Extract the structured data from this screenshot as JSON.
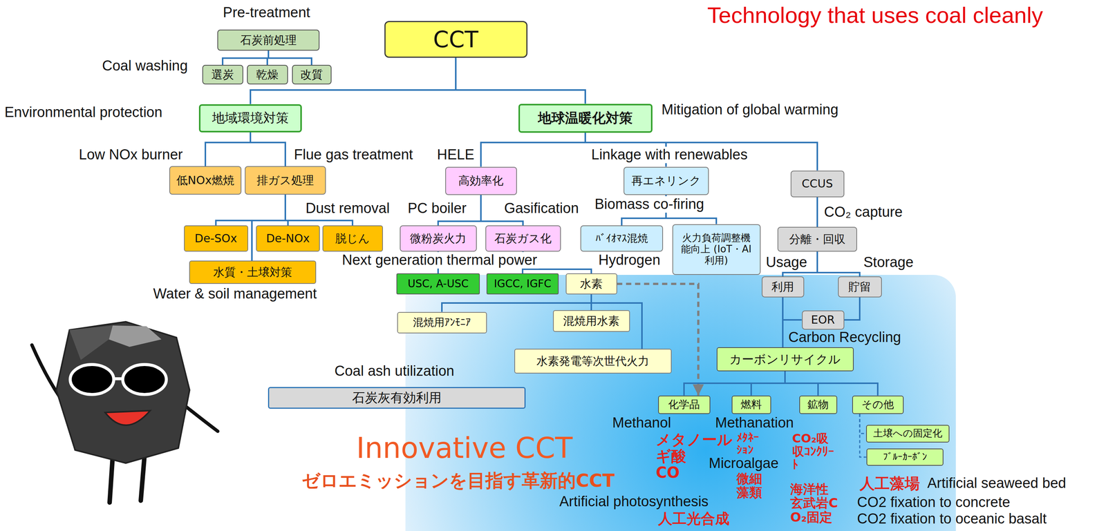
{
  "diagram": {
    "title": "Technology that uses coal cleanly",
    "nodes": [
      {
        "text": [
          "CCT"
        ]
      },
      {
        "text": [
          "石炭前処理"
        ]
      },
      {
        "text": [
          "選炭"
        ]
      },
      {
        "text": [
          "乾燥"
        ]
      },
      {
        "text": [
          "改質"
        ]
      },
      {
        "text": [
          "地域環境対策"
        ]
      },
      {
        "text": [
          "地球温暖化対策"
        ]
      },
      {
        "text": [
          "低NOx燃焼"
        ]
      },
      {
        "text": [
          "排ガス処理"
        ]
      },
      {
        "text": [
          "De-SOx"
        ]
      },
      {
        "text": [
          "De-NOx"
        ]
      },
      {
        "text": [
          "脱じん"
        ]
      },
      {
        "text": [
          "水質・土壌対策"
        ]
      },
      {
        "text": [
          "高効率化"
        ]
      },
      {
        "text": [
          "再エネリンク"
        ]
      },
      {
        "text": [
          "CCUS"
        ]
      },
      {
        "text": [
          "微粉炭火力"
        ]
      },
      {
        "text": [
          "石炭ガス化"
        ]
      },
      {
        "text": [
          "ﾊﾞｲｵﾏｽ混焼"
        ]
      },
      {
        "text": [
          "火力負荷調整機 能向上 (IoT・AI利用)"
        ]
      },
      {
        "text": [
          "分離・回収"
        ]
      },
      {
        "text": [
          "USC, A-USC"
        ]
      },
      {
        "text": [
          "IGCC, IGFC"
        ]
      },
      {
        "text": [
          "水素"
        ]
      },
      {
        "text": [
          "利用"
        ]
      },
      {
        "text": [
          "貯留"
        ]
      },
      {
        "text": [
          "混焼用ｱﾝﾓﾆｱ"
        ]
      },
      {
        "text": [
          "混焼用水素"
        ]
      },
      {
        "text": [
          "EOR"
        ]
      },
      {
        "text": [
          "水素発電等次世代火力"
        ]
      },
      {
        "text": [
          "カーボンリサイクル"
        ]
      },
      {
        "text": [
          "石炭灰有効利用"
        ]
      },
      {
        "text": [
          "化学品"
        ]
      },
      {
        "text": [
          "燃料"
        ]
      },
      {
        "text": [
          "鉱物"
        ]
      },
      {
        "text": [
          "その他"
        ]
      },
      {
        "text": [
          "土壌への固定化"
        ]
      },
      {
        "text": [
          "ﾌﾞﾙｰｶｰﾎﾞﾝ"
        ]
      }
    ],
    "edges": [
      {
        "from": 0,
        "to": 5,
        "arrow": "none"
      },
      {
        "from": 0,
        "to": 6,
        "arrow": "none"
      },
      {
        "from": 1,
        "to": 2,
        "arrow": "none"
      },
      {
        "from": 1,
        "to": 3,
        "arrow": "none"
      },
      {
        "from": 1,
        "to": 4,
        "arrow": "none"
      },
      {
        "from": 5,
        "to": 7,
        "arrow": "none"
      },
      {
        "from": 5,
        "to": 8,
        "arrow": "none"
      },
      {
        "from": 8,
        "to": 9,
        "arrow": "none"
      },
      {
        "from": 8,
        "to": 10,
        "arrow": "none"
      },
      {
        "from": 8,
        "to": 11,
        "arrow": "none"
      },
      {
        "from": 8,
        "to": 12,
        "arrow": "none"
      },
      {
        "from": 6,
        "to": 13,
        "arrow": "none"
      },
      {
        "from": 6,
        "to": 14,
        "arrow": "none"
      },
      {
        "from": 6,
        "to": 15,
        "arrow": "none"
      },
      {
        "from": 13,
        "to": 16,
        "arrow": "none"
      },
      {
        "from": 13,
        "to": 17,
        "arrow": "none"
      },
      {
        "from": 14,
        "to": 18,
        "arrow": "none"
      },
      {
        "from": 14,
        "to": 19,
        "arrow": "none"
      },
      {
        "from": 15,
        "to": 20,
        "arrow": "none"
      },
      {
        "from": 16,
        "to": 21,
        "arrow": "none"
      },
      {
        "from": 17,
        "to": 22,
        "arrow": "none"
      },
      {
        "from": 17,
        "to": 23,
        "arrow": "none"
      },
      {
        "from": 20,
        "to": 24,
        "arrow": "none"
      },
      {
        "from": 20,
        "to": 25,
        "arrow": "none"
      },
      {
        "from": 24,
        "to": 28,
        "arrow": "none"
      },
      {
        "from": 25,
        "to": 28,
        "arrow": "none"
      },
      {
        "from": 24,
        "to": 30,
        "arrow": "none"
      },
      {
        "from": 23,
        "to": 26,
        "arrow": "none"
      },
      {
        "from": 23,
        "to": 27,
        "arrow": "none"
      },
      {
        "from": 23,
        "to": 29,
        "arrow": "none"
      },
      {
        "from": 23,
        "to": 32,
        "arrow": "to"
      },
      {
        "from": 30,
        "to": 32,
        "arrow": "none"
      },
      {
        "from": 30,
        "to": 33,
        "arrow": "none"
      },
      {
        "from": 30,
        "to": 34,
        "arrow": "none"
      },
      {
        "from": 30,
        "to": 35,
        "arrow": "none"
      },
      {
        "from": 35,
        "to": 36,
        "arrow": "none"
      },
      {
        "from": 35,
        "to": 37,
        "arrow": "none"
      }
    ],
    "labels": [
      "Pre-treatment",
      "Coal washing",
      "Environmental protection",
      "Mitigation of global warming",
      "Low NOx burner",
      "Flue gas treatment",
      "HELE",
      "Linkage with renewables",
      "Biomass co-firing",
      "Dust removal",
      "PC boiler",
      "Gasification",
      "CO₂ capture",
      "Next generation thermal power",
      "Hydrogen",
      "Usage",
      "Storage",
      "Water & soil management",
      "Carbon Recycling",
      "Coal ash utilization",
      "Methanol",
      "Methanation",
      "メタノール",
      "ギ酸",
      "CO",
      "ﾒﾀﾈｰｼｮﾝ",
      "CO₂吸収ｺﾝｸﾘｰﾄ",
      "Microalgae",
      "微細藻類",
      "Innovative CCT",
      "ゼロエミッションを目指す革新的CCT",
      "Artificial photosynthesis",
      "人工光合成",
      "海洋性玄武岩CO₂固定",
      "人工藻場",
      "Artificial seaweed bed",
      "CO2 fixation to concrete",
      "CO2 fixation to oceanic basalt"
    ]
  }
}
